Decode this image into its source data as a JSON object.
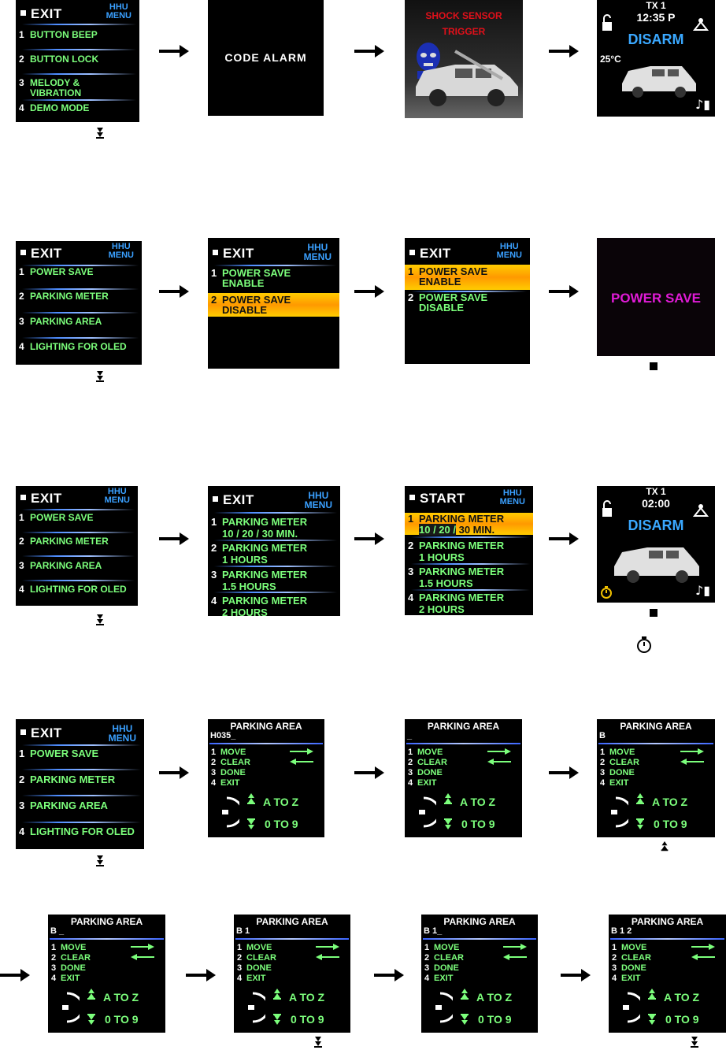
{
  "menu_common": {
    "exit": "EXIT",
    "hhu_line1": "HHU",
    "hhu_line2": "MENU"
  },
  "menu1": {
    "items": [
      {
        "n": "1",
        "t": "BUTTON BEEP"
      },
      {
        "n": "2",
        "t": "BUTTON LOCK"
      },
      {
        "n": "3",
        "t": "MELODY &\nVIBRATION"
      },
      {
        "n": "4",
        "t": "DEMO MODE"
      }
    ]
  },
  "menu2": {
    "items": [
      {
        "n": "1",
        "t": "POWER SAVE"
      },
      {
        "n": "2",
        "t": "PARKING METER"
      },
      {
        "n": "3",
        "t": "PARKING AREA"
      },
      {
        "n": "4",
        "t": "LIGHTING FOR OLED"
      }
    ]
  },
  "splash": {
    "logo": "CODE ALARM"
  },
  "shock": {
    "line1": "SHOCK SENSOR",
    "line2": "TRIGGER"
  },
  "status1": {
    "tx": "TX 1",
    "time": "12:35 P",
    "mode": "DISARM",
    "temp": "25°C"
  },
  "status2": {
    "tx": "TX 1",
    "time": "02:00",
    "mode": "DISARM"
  },
  "power_save_menu": {
    "items": [
      {
        "n": "1",
        "t": "POWER SAVE\nENABLE"
      },
      {
        "n": "2",
        "t": "POWER SAVE\nDISABLE"
      }
    ]
  },
  "power_save_banner": "POWER SAVE",
  "start_label": "START",
  "meter_menu": {
    "items": [
      {
        "n": "1",
        "t": "PARKING METER\n10 / 20 / 30 MIN."
      },
      {
        "n": "2",
        "t": "PARKING METER\n1 HOURS"
      },
      {
        "n": "3",
        "t": "PARKING METER\n1.5 HOURS"
      },
      {
        "n": "4",
        "t": "PARKING METER\n2 HOURS"
      }
    ]
  },
  "meter_start_first": {
    "line1": "PARKING METER",
    "sel": "10 / 20 /",
    "rest": "30 MIN."
  },
  "parking_area": {
    "title": "PARKING AREA",
    "options": [
      {
        "n": "1",
        "t": "MOVE"
      },
      {
        "n": "2",
        "t": "CLEAR"
      },
      {
        "n": "3",
        "t": "DONE"
      },
      {
        "n": "4",
        "t": "EXIT"
      }
    ],
    "az": "A TO Z",
    "nine": "0 TO 9",
    "codes": [
      "H035_",
      "_",
      "B",
      "B _",
      "B 1",
      "B 1_",
      "B 1 2"
    ]
  }
}
